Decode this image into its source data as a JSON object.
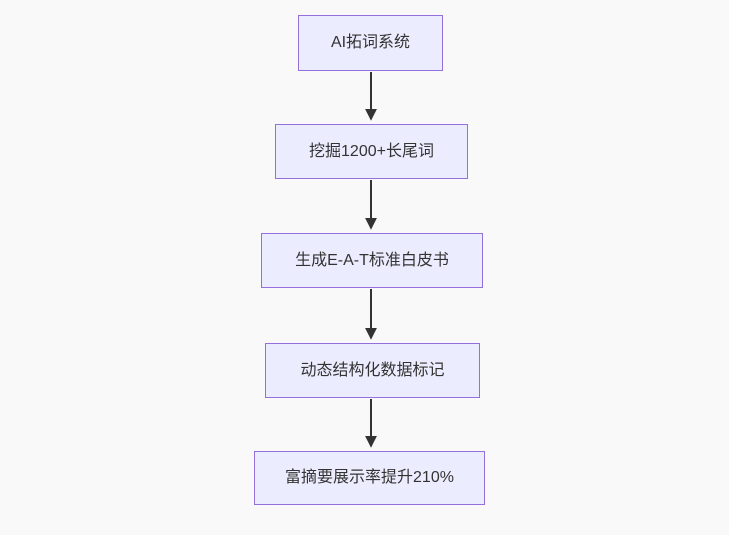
{
  "diagram": {
    "type": "flowchart",
    "direction": "top-down",
    "nodes": [
      {
        "id": "n1",
        "label": "AI拓词系统"
      },
      {
        "id": "n2",
        "label": "挖掘1200+长尾词"
      },
      {
        "id": "n3",
        "label": "生成E-A-T标准白皮书"
      },
      {
        "id": "n4",
        "label": "动态结构化数据标记"
      },
      {
        "id": "n5",
        "label": "富摘要展示率提升210%"
      }
    ],
    "edges": [
      {
        "from": "n1",
        "to": "n2",
        "style": "arrow-down"
      },
      {
        "from": "n2",
        "to": "n3",
        "style": "arrow-down"
      },
      {
        "from": "n3",
        "to": "n4",
        "style": "arrow-down"
      },
      {
        "from": "n4",
        "to": "n5",
        "style": "arrow-down"
      }
    ],
    "colors": {
      "background": "#f9f9f9",
      "node_fill": "#ECECFF",
      "node_border": "#9370DB",
      "edge": "#333333",
      "text": "#333333"
    }
  }
}
